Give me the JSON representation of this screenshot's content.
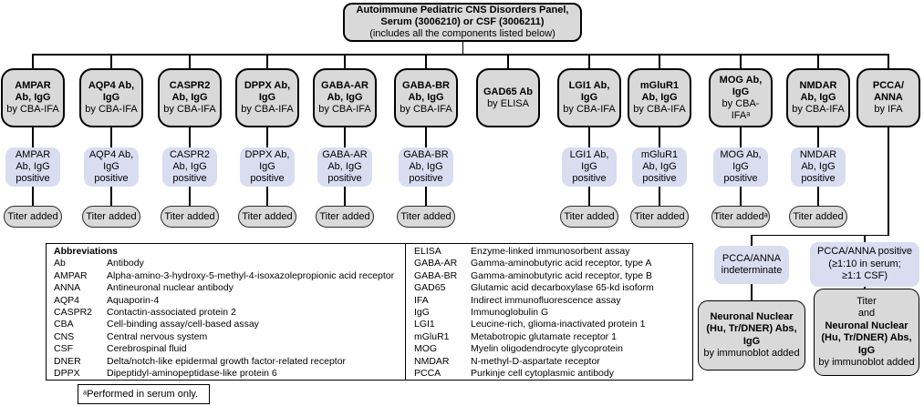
{
  "title_box": {
    "name": "Autoimmune Pediatric CNS Disorders Panel,\nSerum (3006210) or CSF (3006211)",
    "subtitle": "(includes all the components listed below)"
  },
  "colors": {
    "panel_gray": "#d9d9d9",
    "result_blue": "#d9ddf0",
    "line": "#000000"
  },
  "columns": [
    {
      "name": "AMPAR\nAb, IgG",
      "method": "by CBA-IFA",
      "positive": "AMPAR\nAb, IgG\npositive",
      "titer": "Titer added"
    },
    {
      "name": "AQP4 Ab,\nIgG",
      "method": "by CBA-IFA",
      "positive": "AQP4 Ab,\nIgG\npositive",
      "titer": "Titer added"
    },
    {
      "name": "CASPR2\nAb, IgG",
      "method": "by CBA-IFA",
      "positive": "CASPR2\nAb, IgG\npositive",
      "titer": "Titer added"
    },
    {
      "name": "DPPX Ab,\nIgG",
      "method": "by CBA-IFA",
      "positive": "DPPX Ab,\nIgG\npositive",
      "titer": "Titer added"
    },
    {
      "name": "GABA-AR\nAb, IgG",
      "method": "by CBA-IFA",
      "positive": "GABA-AR\nAb, IgG\npositive",
      "titer": "Titer added"
    },
    {
      "name": "GABA-BR\nAb, IgG",
      "method": "by CBA-IFA",
      "positive": "GABA-BR\nAb, IgG\npositive",
      "titer": "Titer added"
    },
    {
      "name": "GAD65 Ab",
      "method": "by ELISA",
      "positive": null,
      "titer": null
    },
    {
      "name": "LGI1 Ab,\nIgG",
      "method": "by CBA-IFA",
      "positive": "LGI1 Ab,\nIgG\npositive",
      "titer": "Titer added"
    },
    {
      "name": "mGluR1\nAb, IgG",
      "method": "by CBA-IFA",
      "positive": "mGluR1\nAb, IgG\npositive",
      "titer": "Titer added"
    },
    {
      "name": "MOG Ab,\nIgG",
      "method": "by CBA-\nIFAᵃ",
      "positive": "MOG Ab,\nIgG\npositive",
      "titer": "Titer addedᵃ"
    },
    {
      "name": "NMDAR\nAb, IgG",
      "method": "by CBA-IFA",
      "positive": "NMDAR\nAb, IgG\npositive",
      "titer": "Titer added"
    },
    {
      "name": "PCCA/\nANNA",
      "method": "by IFA",
      "positive": null,
      "titer": null
    }
  ],
  "pcca_branch": {
    "indeterminate": "PCCA/ANNA\nindeterminate",
    "positive": "PCCA/ANNA positive\n(≥1:10 in serum;\n≥1:1 CSF)",
    "indeterminate_result": {
      "bold": "Neuronal Nuclear\n(Hu, Tr/DNER) Abs,\nIgG",
      "regular": "by immunoblot added"
    },
    "positive_result": {
      "pre": "Titer\nand",
      "bold": "Neuronal Nuclear\n(Hu, Tr/DNER) Abs,\nIgG",
      "regular": "by immunoblot added"
    }
  },
  "abbreviations": {
    "header": "Abbreviations",
    "left": [
      {
        "term": "Ab",
        "def": "Antibody"
      },
      {
        "term": "AMPAR",
        "def": "Alpha-amino-3-hydroxy-5-methyl-4-isoxazolepropionic acid receptor"
      },
      {
        "term": "ANNA",
        "def": "Antineuronal nuclear antibody"
      },
      {
        "term": "AQP4",
        "def": "Aquaporin-4"
      },
      {
        "term": "CASPR2",
        "def": "Contactin-associated protein 2"
      },
      {
        "term": "CBA",
        "def": "Cell-binding assay/cell-based assay"
      },
      {
        "term": "CNS",
        "def": "Central nervous system"
      },
      {
        "term": "CSF",
        "def": "Cerebrospinal fluid"
      },
      {
        "term": "DNER",
        "def": "Delta/notch-like epidermal growth factor-related receptor"
      },
      {
        "term": "DPPX",
        "def": "Dipeptidyl-aminopeptidase-like protein 6"
      }
    ],
    "right": [
      {
        "term": "ELISA",
        "def": "Enzyme-linked immunosorbent assay"
      },
      {
        "term": "GABA-AR",
        "def": "Gamma-aminobutyric acid receptor, type A"
      },
      {
        "term": "GABA-BR",
        "def": "Gamma-aminobutyric acid receptor, type B"
      },
      {
        "term": "GAD65",
        "def": "Glutamic acid decarboxylase 65-kd isoform"
      },
      {
        "term": "IFA",
        "def": "Indirect immunofluorescence assay"
      },
      {
        "term": "IgG",
        "def": "Immunoglobulin G"
      },
      {
        "term": "LGI1",
        "def": "Leucine-rich, glioma-inactivated protein 1"
      },
      {
        "term": "mGluR1",
        "def": "Metabotropic glutamate receptor 1"
      },
      {
        "term": "MOG",
        "def": "Myelin oligodendrocyte glycoprotein"
      },
      {
        "term": "NMDAR",
        "def": "N-methyl-D-aspartate receptor"
      },
      {
        "term": "PCCA",
        "def": "Purkinje cell cytoplasmic antibody"
      }
    ]
  },
  "footnote": "ᵃPerformed in serum only."
}
